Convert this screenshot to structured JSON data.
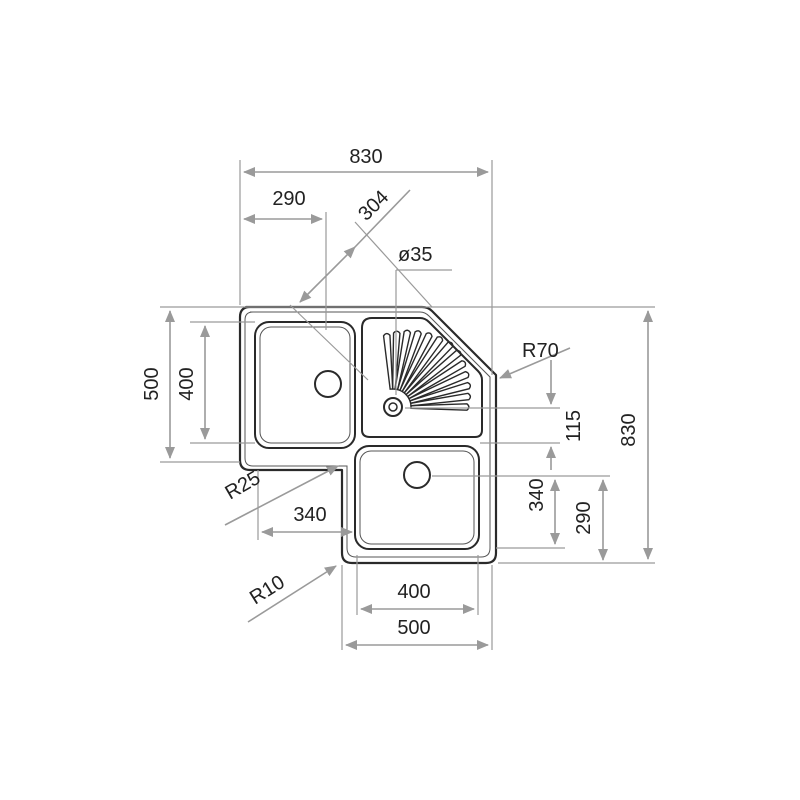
{
  "colors": {
    "line": "#2a2a2a",
    "dimension": "#9a9a9a",
    "text": "#222222"
  },
  "dimensions": {
    "overall_width": "830",
    "left_bowl_width": "290",
    "diagonal": "304",
    "waste_diameter": "ø35",
    "corner_radius_large": "R70",
    "overall_height_left": "500",
    "left_bowl_height": "400",
    "drainer_offset": "115",
    "overall_height_right": "830",
    "inner_radius": "R25",
    "lower_bowl_depth": "340",
    "left_wing_width": "340",
    "lower_bowl_offset": "290",
    "outer_radius": "R10",
    "lower_bowl_width": "400",
    "lower_section_width": "500"
  }
}
